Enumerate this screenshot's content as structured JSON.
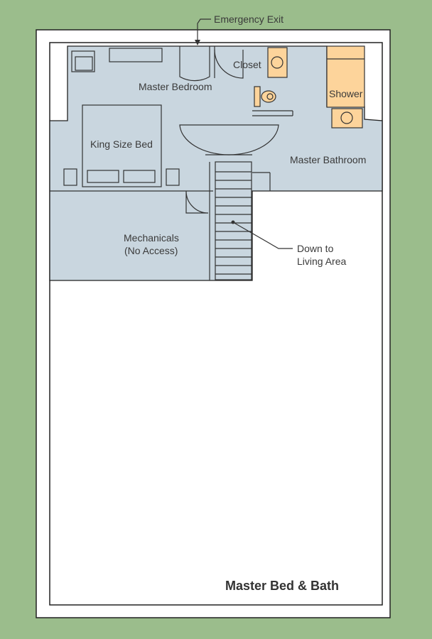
{
  "plan": {
    "title": "Master Bed & Bath",
    "rooms": {
      "master_bedroom": "Master Bedroom",
      "closet": "Closet",
      "shower": "Shower",
      "king_bed": "King Size Bed",
      "master_bathroom": "Master Bathroom",
      "mechanicals_1": "Mechanicals",
      "mechanicals_2": "(No Access)"
    },
    "annotations": {
      "emergency_exit": "Emergency Exit",
      "stairs_1": "Down to",
      "stairs_2": "Living Area"
    },
    "colors": {
      "background": "#9bbd8c",
      "room_fill": "#c9d6df",
      "fixture_fill": "#fdd49b",
      "paper": "#ffffff"
    }
  }
}
